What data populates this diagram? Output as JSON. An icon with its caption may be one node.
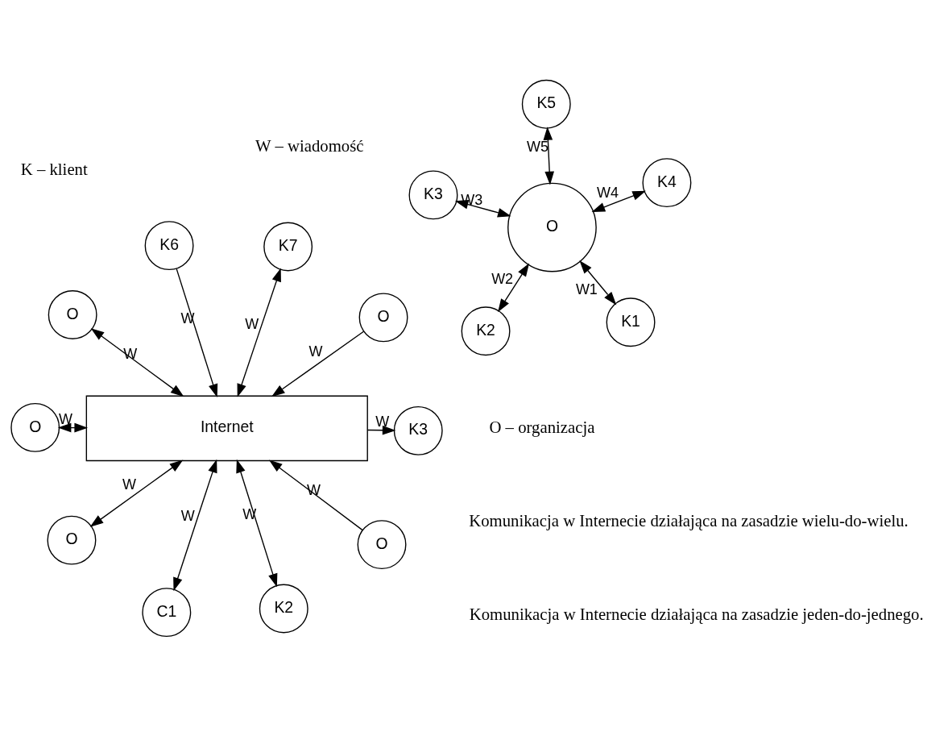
{
  "diagram": {
    "nodes": [
      {
        "text": [
          "O"
        ]
      },
      {
        "text": [
          "K1"
        ]
      },
      {
        "text": [
          "K2"
        ]
      },
      {
        "text": [
          "K3"
        ]
      },
      {
        "text": [
          "K4"
        ]
      },
      {
        "text": [
          "K5"
        ]
      },
      {
        "text": [
          "Internet"
        ]
      },
      {
        "text": [
          "O"
        ]
      },
      {
        "text": [
          "C1"
        ]
      },
      {
        "text": [
          "K6"
        ]
      },
      {
        "text": [
          "K7"
        ]
      },
      {
        "text": [
          "O"
        ]
      },
      {
        "text": [
          "O"
        ]
      },
      {
        "text": [
          "K3"
        ]
      },
      {
        "text": [
          "O"
        ]
      },
      {
        "text": [
          "O"
        ]
      },
      {
        "text": [
          "K2"
        ]
      }
    ],
    "edges": [
      {
        "from": 0,
        "to": 1,
        "arrow": "both",
        "label": "W1"
      },
      {
        "from": 0,
        "to": 2,
        "arrow": "both",
        "label": "W2"
      },
      {
        "from": 0,
        "to": 3,
        "arrow": "both",
        "label": "W3"
      },
      {
        "from": 0,
        "to": 4,
        "arrow": "both",
        "label": "W4"
      },
      {
        "from": 0,
        "to": 5,
        "arrow": "both",
        "label": "W5"
      },
      {
        "from": 7,
        "to": 6,
        "arrow": "to",
        "label": "W"
      },
      {
        "from": 8,
        "to": 6,
        "arrow": "both",
        "label": "W"
      },
      {
        "from": 9,
        "to": 6,
        "arrow": "to",
        "label": "W"
      },
      {
        "from": 10,
        "to": 6,
        "arrow": "both",
        "label": "W"
      },
      {
        "from": 11,
        "to": 6,
        "arrow": "both",
        "label": "W"
      },
      {
        "from": 12,
        "to": 6,
        "arrow": "both",
        "label": "W"
      },
      {
        "from": 6,
        "to": 13,
        "arrow": "to",
        "label": "W"
      },
      {
        "from": 14,
        "to": 6,
        "arrow": "both",
        "label": "W"
      },
      {
        "from": 15,
        "to": 6,
        "arrow": "to",
        "label": "W"
      },
      {
        "from": 16,
        "to": 6,
        "arrow": "both",
        "label": "W"
      }
    ],
    "labels": [
      "O – organizacja",
      "W – wiadomość",
      "K – klient",
      "Komunikacja w Internecie działająca na zasadzie jeden-do-jednego.",
      "Komunikacja w Internecie działająca na zasadzie wielu-do-wielu."
    ]
  }
}
